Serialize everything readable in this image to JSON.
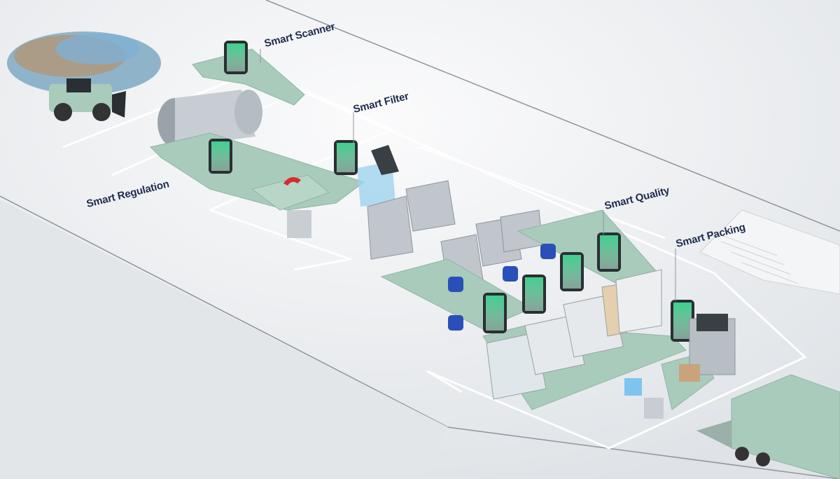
{
  "stations": [
    {
      "id": "scanner",
      "label": "Smart Scanner"
    },
    {
      "id": "filter",
      "label": "Smart Filter"
    },
    {
      "id": "regulation",
      "label": "Smart Regulation"
    },
    {
      "id": "quality",
      "label": "Smart Quality"
    },
    {
      "id": "packing",
      "label": "Smart Packing"
    }
  ],
  "colors": {
    "label": "#1f2b4d",
    "conveyor": "#a9cbbb",
    "scanner_glass": "#3fcf8e",
    "scanner_frame": "#2a2f33",
    "glow_line": "#ffffff",
    "floor": "#e9ecef",
    "robot": "#2a4fb8",
    "magnet": "#d62b2b"
  }
}
